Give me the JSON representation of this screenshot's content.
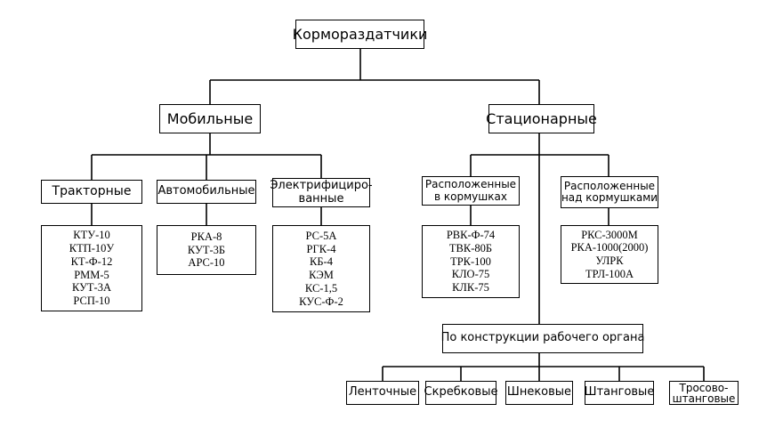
{
  "root": "Кормораздатчики",
  "level1": {
    "mobile": "Мобильные",
    "stationary": "Стационарные"
  },
  "mobile": {
    "tractor": {
      "label": "Тракторные",
      "models": [
        "КТУ-10",
        "КТП-10У",
        "КТ-Ф-12",
        "РММ-5",
        "КУТ-3А",
        "РСП-10"
      ]
    },
    "auto": {
      "label": "Автомобильные",
      "models": [
        "РКА-8",
        "КУТ-3Б",
        "АРС-10"
      ]
    },
    "electric": {
      "label_lines": [
        "Электрифициро-",
        "ванные"
      ],
      "models": [
        "РС-5А",
        "РГК-4",
        "КБ-4",
        "КЭМ",
        "КС-1,5",
        "КУС-Ф-2"
      ]
    }
  },
  "stationary": {
    "in_feeders": {
      "label_lines": [
        "Расположенные",
        "в кормушках"
      ],
      "models": [
        "РВК-Ф-74",
        "ТВК-80Б",
        "ТРК-100",
        "КЛО-75",
        "КЛК-75"
      ]
    },
    "over_feeders": {
      "label_lines": [
        "Расположенные",
        "над кормушками"
      ],
      "models": [
        "РКС-3000М",
        "РКА-1000(2000)",
        "УЛРК",
        "ТРЛ-100А"
      ]
    },
    "by_design": {
      "label": "По конструкции рабочего органа",
      "types": [
        {
          "label_lines": [
            "Ленточные"
          ]
        },
        {
          "label_lines": [
            "Скребковые"
          ]
        },
        {
          "label_lines": [
            "Шнековые"
          ]
        },
        {
          "label_lines": [
            "Штанговые"
          ]
        },
        {
          "label_lines": [
            "Тросово-",
            "штанговые"
          ]
        }
      ]
    }
  }
}
